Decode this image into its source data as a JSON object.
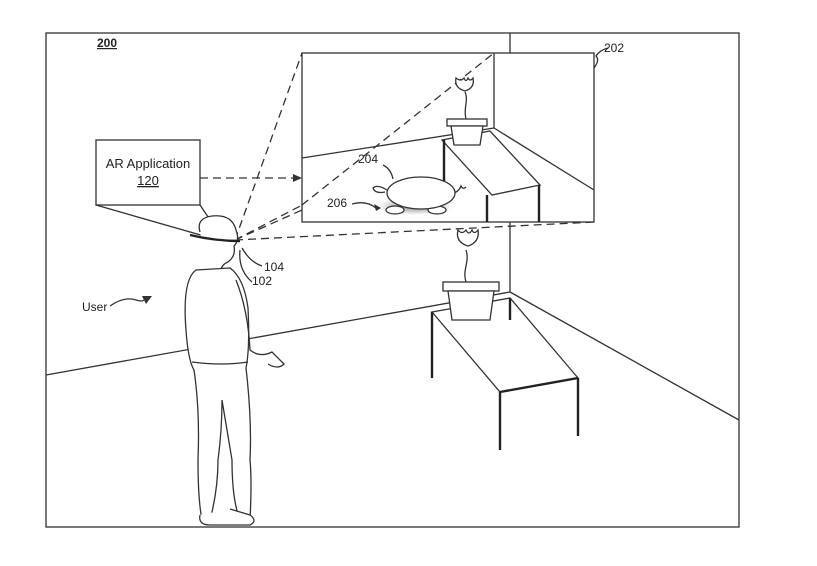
{
  "figure": {
    "number": "200",
    "labels": {
      "ar_application": "AR Application",
      "ar_application_ref": "120",
      "view_ref": "202",
      "virtual_object_ref": "204",
      "shadow_ref": "206",
      "device_ref_104": "104",
      "device_ref_102": "102",
      "user": "User"
    }
  }
}
